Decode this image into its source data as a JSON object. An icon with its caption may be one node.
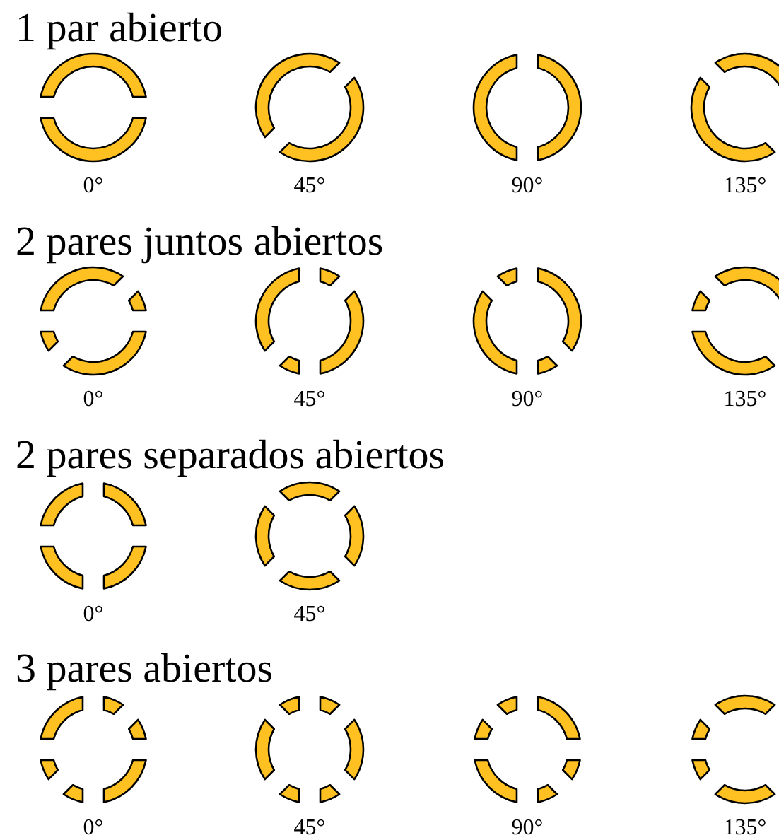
{
  "diagram": {
    "nodes": [
      {
        "text": [],
        "shape": "ring",
        "beside": [
          "0°"
        ]
      },
      {
        "text": [],
        "shape": "ring",
        "beside": [
          "45°"
        ]
      },
      {
        "text": [],
        "shape": "ring",
        "beside": [
          "90°"
        ]
      },
      {
        "text": [],
        "shape": "ring",
        "beside": [
          "135°"
        ]
      },
      {
        "text": [],
        "shape": "ring",
        "beside": [
          "0°"
        ]
      },
      {
        "text": [],
        "shape": "ring",
        "beside": [
          "45°"
        ]
      },
      {
        "text": [],
        "shape": "ring",
        "beside": [
          "90°"
        ]
      },
      {
        "text": [],
        "shape": "ring",
        "beside": [
          "135°"
        ]
      },
      {
        "text": [],
        "shape": "ring",
        "beside": [
          "0°"
        ]
      },
      {
        "text": [],
        "shape": "ring",
        "beside": [
          "45°"
        ]
      },
      {
        "text": [],
        "shape": "ring",
        "beside": [
          "0°"
        ]
      },
      {
        "text": [],
        "shape": "ring",
        "beside": [
          "45°"
        ]
      },
      {
        "text": [],
        "shape": "ring",
        "beside": [
          "90°"
        ]
      },
      {
        "text": [],
        "shape": "ring",
        "beside": [
          "135°"
        ]
      }
    ],
    "labels": [
      "1 par abierto",
      "2 pares juntos abiertos",
      "2 pares separados abiertos",
      "3 pares abiertos"
    ]
  }
}
